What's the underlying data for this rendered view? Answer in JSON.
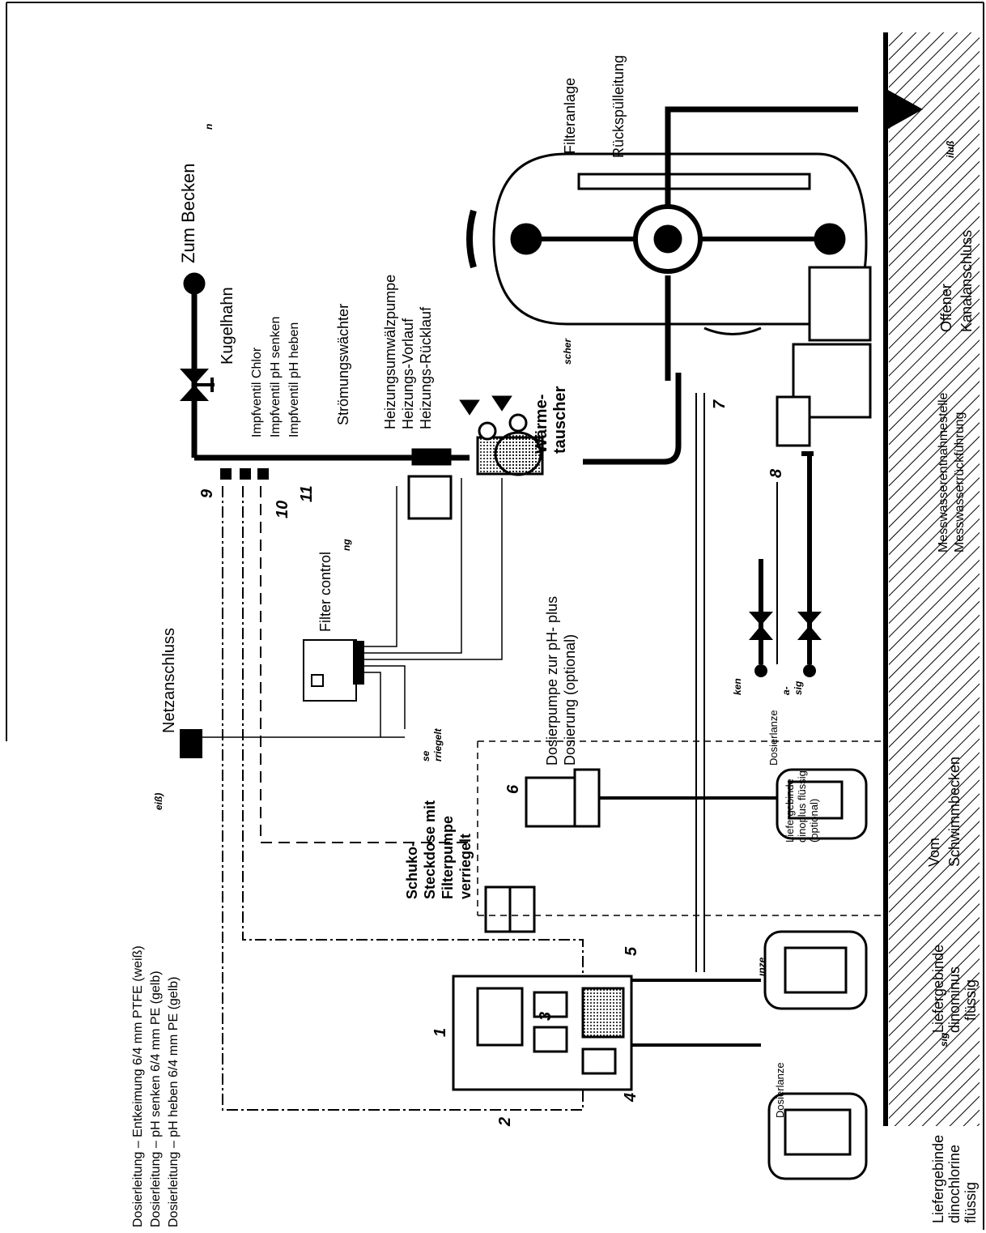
{
  "labels": {
    "zum_becken": "Zum Becken",
    "kugelhahn": "Kugelhahn",
    "impfventil_chlor": "Impfventil  Chlor",
    "impfventil_ph_senken": "Impfventil  pH senken",
    "impfventil_ph_heben": "Impfventil  pH heben",
    "stroemungswaechter": "Strömungswächter",
    "heizungsumwaelzpumpe": "Heizungsumwälzpumpe",
    "heizungs_vorlauf": "Heizungs-Vorlauf",
    "heizungs_ruecklauf": "Heizungs-Rücklauf",
    "waermetauscher_1": "Wärme-",
    "waermetauscher_2": "tauscher",
    "filteranlage": "Filteranlage",
    "rueckspuelleitung": "Rückspülleitung",
    "offener_kanal_1": "Offener",
    "offener_kanal_2": "Kanalanschluss",
    "messwasser_entnahme": "Messwasserentnahmestelle",
    "messwasser_rueck": "Messwasserrückführung",
    "filter_control": "Filter control",
    "netzanschluss": "Netzanschluss",
    "dosierpumpe_1": "Dosierpumpe zur pH- plus",
    "dosierpumpe_2": "Dosierung (optional)",
    "schuko_1": "Schuko-",
    "schuko_2": "Steckdose mit",
    "schuko_3": "Filterpumpe",
    "schuko_4": "verriegelt",
    "vom_1": "Vom",
    "vom_2": "Schwimmbecken",
    "dosierlanze_a": "Dosierlanze",
    "dosierlanze_b": "Dosierlanze",
    "dinoplus_1": "Liefergebinde",
    "dinoplus_2": "dinoplus flüssig",
    "dinoplus_3": "(optional)",
    "dinominus_1": "Liefergebinde",
    "dinominus_2": "dinominus",
    "dinominus_3": "flüssig",
    "dinochlorine_1": "Liefergebinde",
    "dinochlorine_2": "dinochlorine",
    "dinochlorine_3": "flüssig",
    "legend_1": "Dosierleitung – Entkeimung 6/4 mm PTFE (weiß)",
    "legend_2": "Dosierleitung – pH senken 6/4 mm PE (gelb)",
    "legend_3": "Dosierleitung – pH heben 6/4 mm PE (gelb)",
    "frag_weiss": "eiß)",
    "frag_scher": "scher",
    "frag_fluss": "iluß",
    "frag_ken": "ken",
    "frag_ng": "ng",
    "frag_se": "se",
    "frag_rriegelt": "rriegelt",
    "frag_sig_a": "a-",
    "frag_sig_b": "sig",
    "frag_nze": "ınze",
    "frag_sig_c": "sig",
    "frag_n": "n"
  },
  "numbers": {
    "n1": "1",
    "n2": "2",
    "n3": "3",
    "n4": "4",
    "n5": "5",
    "n6": "6",
    "n7": "7",
    "n8": "8",
    "n9": "9",
    "n10": "10",
    "n11": "11"
  },
  "colors": {
    "ink": "#000000",
    "paper": "#ffffff"
  }
}
